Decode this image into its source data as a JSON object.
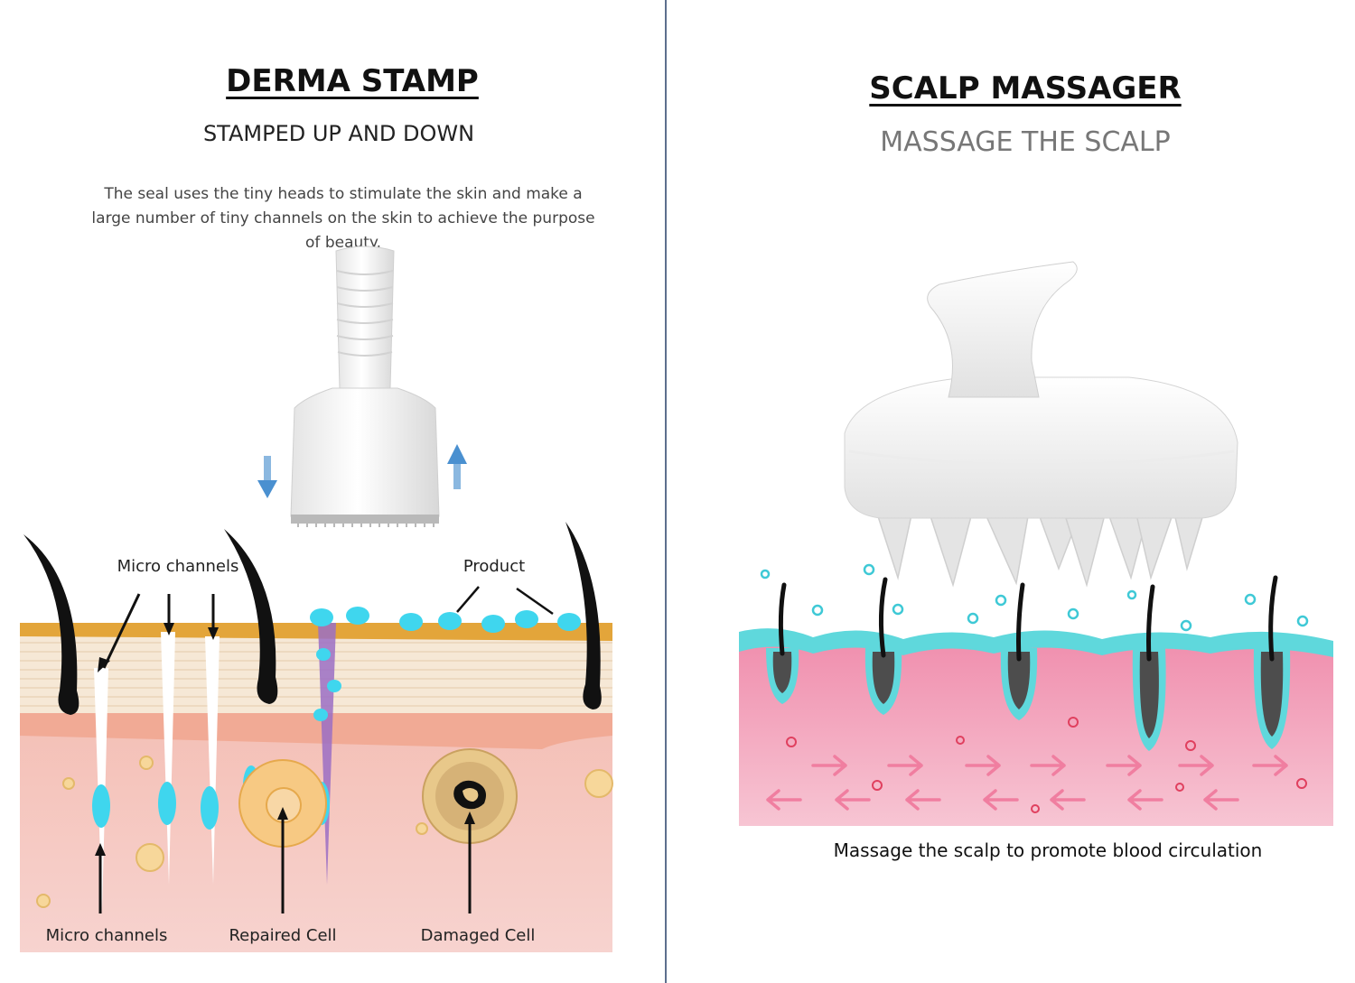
{
  "left": {
    "title": "DERMA STAMP",
    "subtitle": "STAMPED UP AND DOWN",
    "description": "The seal uses the tiny heads to stimulate the skin and make a large number of tiny channels on the skin to achieve the purpose of beauty.",
    "labels": {
      "micro_channels_top": "Micro channels",
      "product": "Product",
      "micro_channels_bottom": "Micro channels",
      "repaired_cell": "Repaired Cell",
      "damaged_cell": "Damaged Cell"
    },
    "icons": [
      "derma-stamp-device-icon",
      "arrow-down-icon",
      "arrow-up-icon"
    ]
  },
  "right": {
    "title": "SCALP MASSAGER",
    "subtitle": "MASSAGE THE SCALP",
    "caption": "Massage the scalp to promote blood circulation",
    "icons": [
      "scalp-massager-brush-icon",
      "circulation-arrow-icon"
    ]
  },
  "colors": {
    "skin_pink": "#f4c4bf",
    "epidermis_stripes": "#f6e7d4",
    "top_layer": "#e3a53a",
    "dermis_band": "#f1aa95",
    "serum_cyan": "#3fd6ee",
    "scalp_pink": "#f2a5bd",
    "scalp_cyan": "#5fd8dc",
    "divider": "#5d6f8e"
  }
}
